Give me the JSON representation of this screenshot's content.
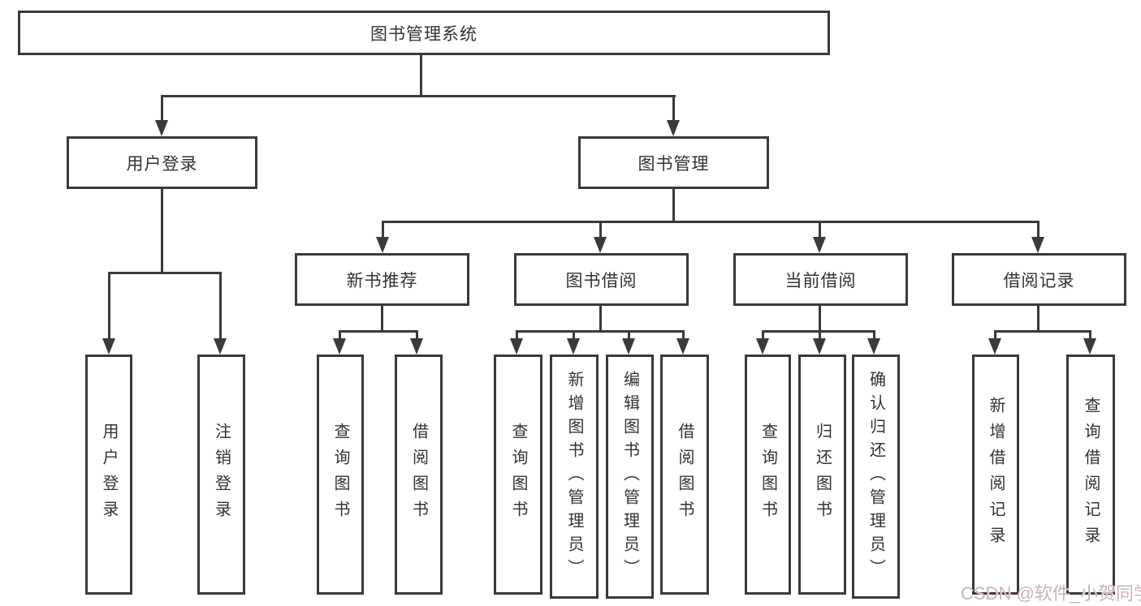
{
  "diagram_title": "图书管理系统",
  "colors": {
    "line": "#3a3a3a",
    "text": "#333333",
    "background": "#ffffff",
    "watermark": "#c8b4b4"
  },
  "tree": {
    "root": {
      "label": "图书管理系统"
    },
    "branches": [
      {
        "label": "用户登录",
        "leaves": [
          "用户登录",
          "注销登录"
        ]
      },
      {
        "label": "图书管理",
        "children": [
          {
            "label": "新书推荐",
            "leaves": [
              "查询图书",
              "借阅图书"
            ]
          },
          {
            "label": "图书借阅",
            "leaves": [
              "查询图书",
              "新增图书（管理员）",
              "编辑图书（管理员）",
              "借阅图书"
            ]
          },
          {
            "label": "当前借阅",
            "leaves": [
              "查询图书",
              "归还图书",
              "确认归还（管理员）"
            ]
          },
          {
            "label": "借阅记录",
            "leaves": [
              "新增借阅记录",
              "查询借阅记录"
            ]
          }
        ]
      }
    ]
  },
  "watermark": {
    "text": "CSDN @软件_小贺同学"
  }
}
